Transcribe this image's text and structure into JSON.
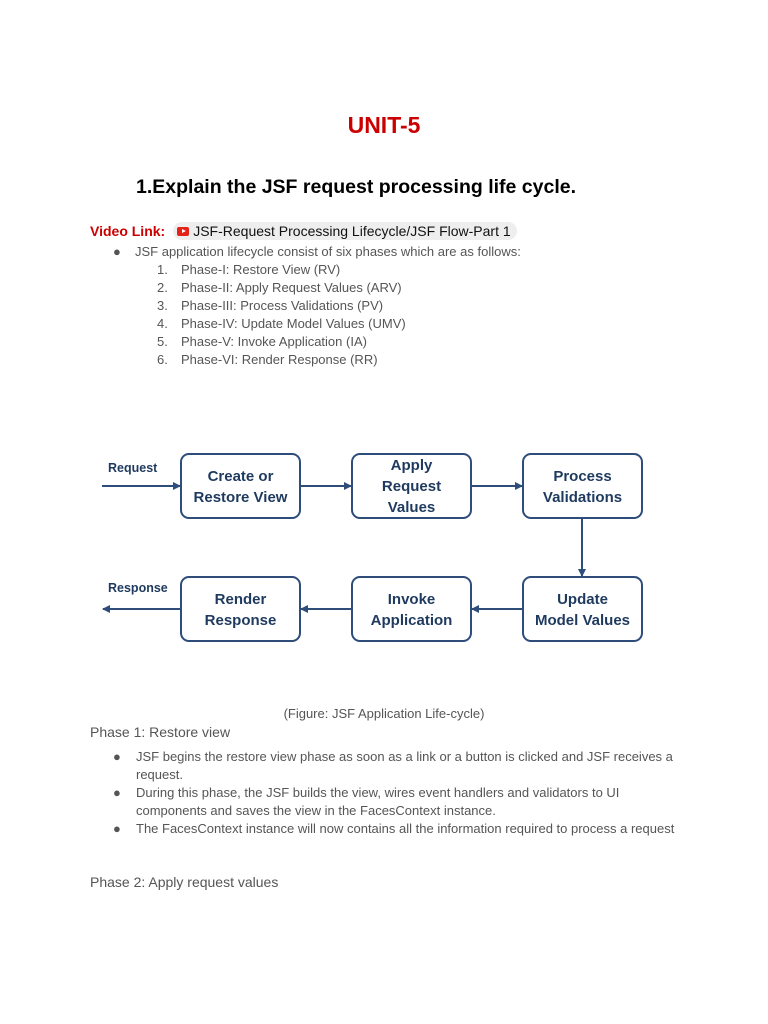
{
  "unit_title": "UNIT-5",
  "question": "1.Explain the JSF request processing life cycle.",
  "video": {
    "label": "Video Link:",
    "link_text": "JSF-Request Processing Lifecycle/JSF Flow-Part 1",
    "icon": "youtube-icon"
  },
  "intro": "JSF application lifecycle consist of six phases which are as follows:",
  "phases": [
    {
      "num": "1.",
      "text": "Phase-I: Restore View (RV)"
    },
    {
      "num": "2.",
      "text": "Phase-II: Apply Request Values (ARV)"
    },
    {
      "num": "3.",
      "text": "Phase-III: Process Validations (PV)"
    },
    {
      "num": "4.",
      "text": "Phase-IV: Update Model Values (UMV)"
    },
    {
      "num": "5.",
      "text": "Phase-V: Invoke Application (IA)"
    },
    {
      "num": "6.",
      "text": "Phase-VI: Render Response (RR)"
    }
  ],
  "diagram": {
    "request_label": "Request",
    "response_label": "Response",
    "boxes": {
      "create": [
        "Create or",
        "Restore View"
      ],
      "apply": [
        "Apply",
        "Request",
        "Values"
      ],
      "process": [
        "Process",
        "Validations"
      ],
      "update": [
        "Update",
        "Model Values"
      ],
      "invoke": [
        "Invoke",
        "Application"
      ],
      "render": [
        "Render",
        "Response"
      ]
    },
    "colors": {
      "box_stroke": "#2e4d7a",
      "text": "#1f3a5f",
      "arrow": "#2e4d7a"
    }
  },
  "caption": "(Figure: JSF Application Life-cycle)",
  "phase1": {
    "heading": "Phase 1: Restore view",
    "bullets": [
      "JSF begins the restore view phase as soon as a link or a button is clicked and JSF receives a request.",
      "During this phase, the JSF builds the view, wires event handlers and validators to UI components and saves the view in the FacesContext instance.",
      "The FacesContext instance will now contains all the information required to process a request"
    ]
  },
  "phase2": {
    "heading": "Phase 2: Apply request values"
  }
}
